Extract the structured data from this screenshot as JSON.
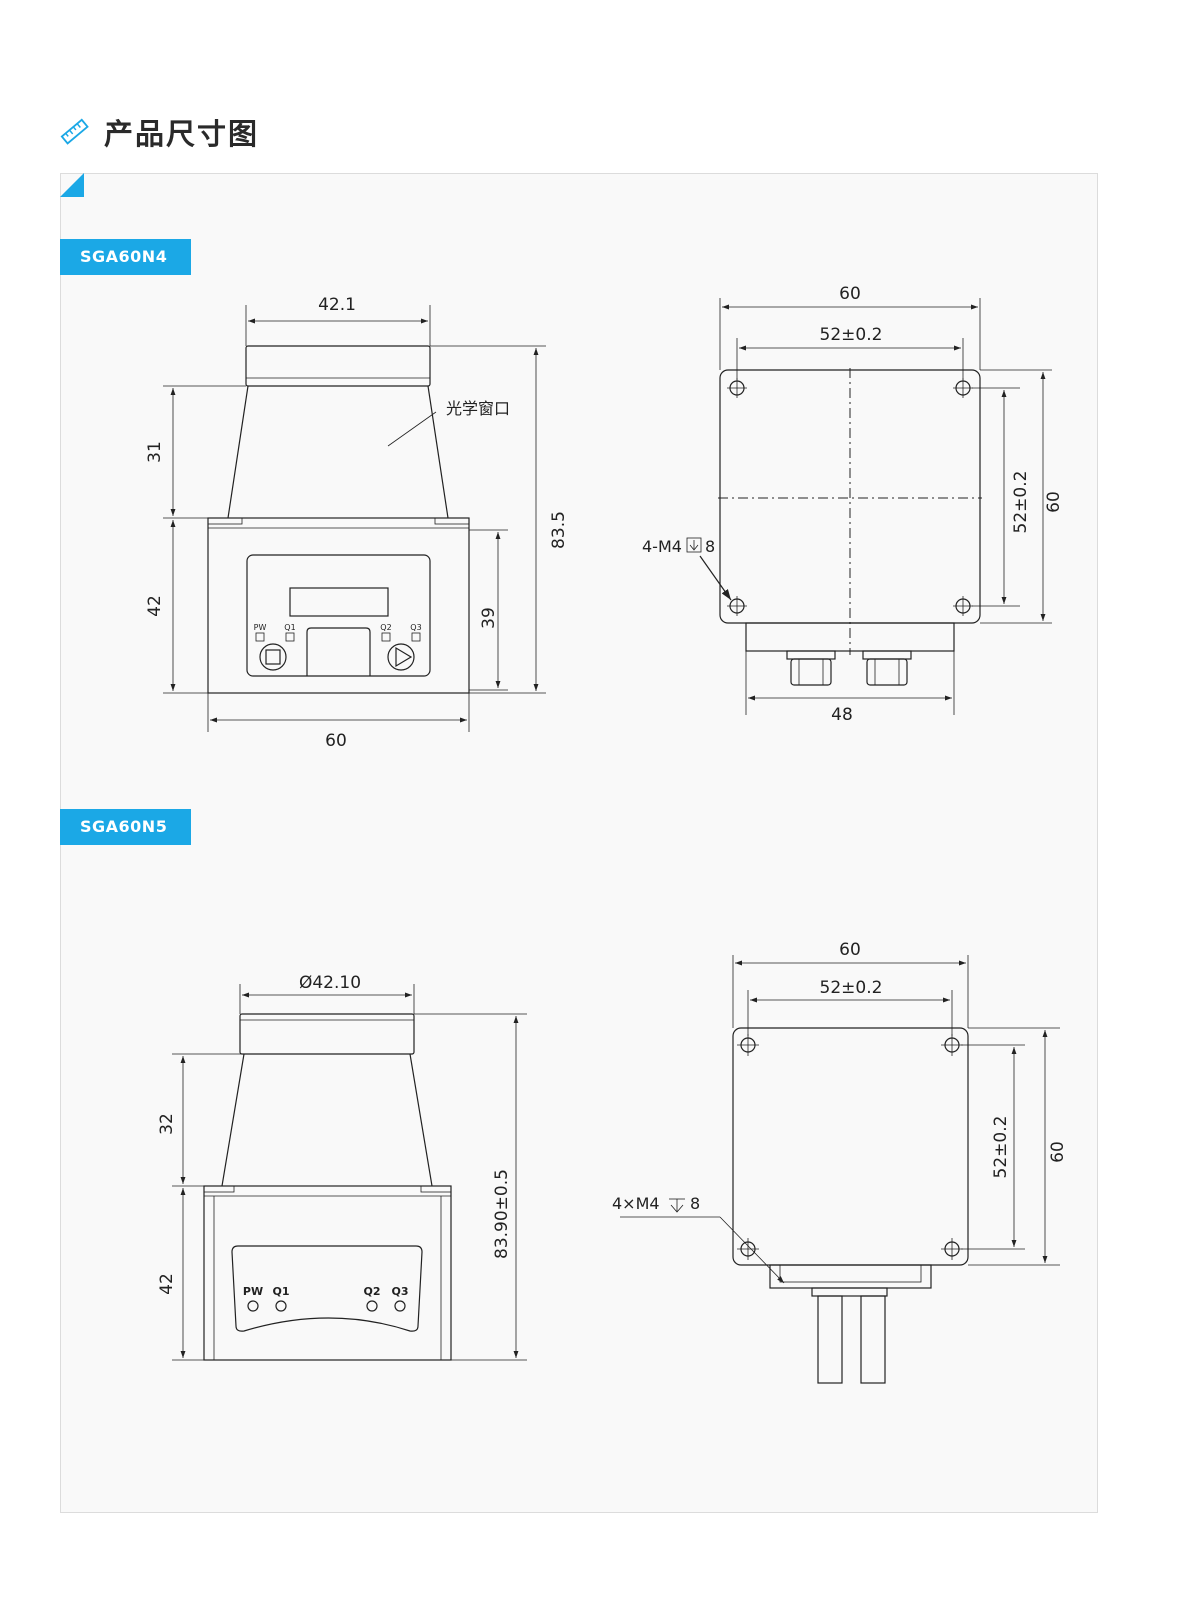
{
  "header": {
    "title": "产品尺寸图"
  },
  "colors": {
    "accent": "#1ba8e6"
  },
  "models": {
    "n4": {
      "name": "SGA60N4",
      "front": {
        "top_width": "42.1",
        "window_height": "31",
        "body_height": "42",
        "panel_height": "39",
        "total_height": "83.5",
        "width": "60",
        "window_label": "光学窗口",
        "leds": [
          "PW",
          "Q1",
          "Q2",
          "Q3"
        ]
      },
      "back": {
        "width": "60",
        "hole_spacing_x": "52±0.2",
        "hole_spacing_y": "52±0.2",
        "height": "60",
        "holes": "4-M4",
        "hole_depth": "8",
        "connector_width": "48"
      }
    },
    "n5": {
      "name": "SGA60N5",
      "front": {
        "top_width": "Ø42.10",
        "window_height": "32",
        "body_height": "42",
        "total_height": "83.90±0.5",
        "leds": [
          "PW",
          "Q1",
          "Q2",
          "Q3"
        ]
      },
      "back": {
        "width": "60",
        "hole_spacing_x": "52±0.2",
        "hole_spacing_y": "52±0.2",
        "height": "60",
        "holes": "4×M4",
        "hole_depth": "8"
      }
    }
  }
}
